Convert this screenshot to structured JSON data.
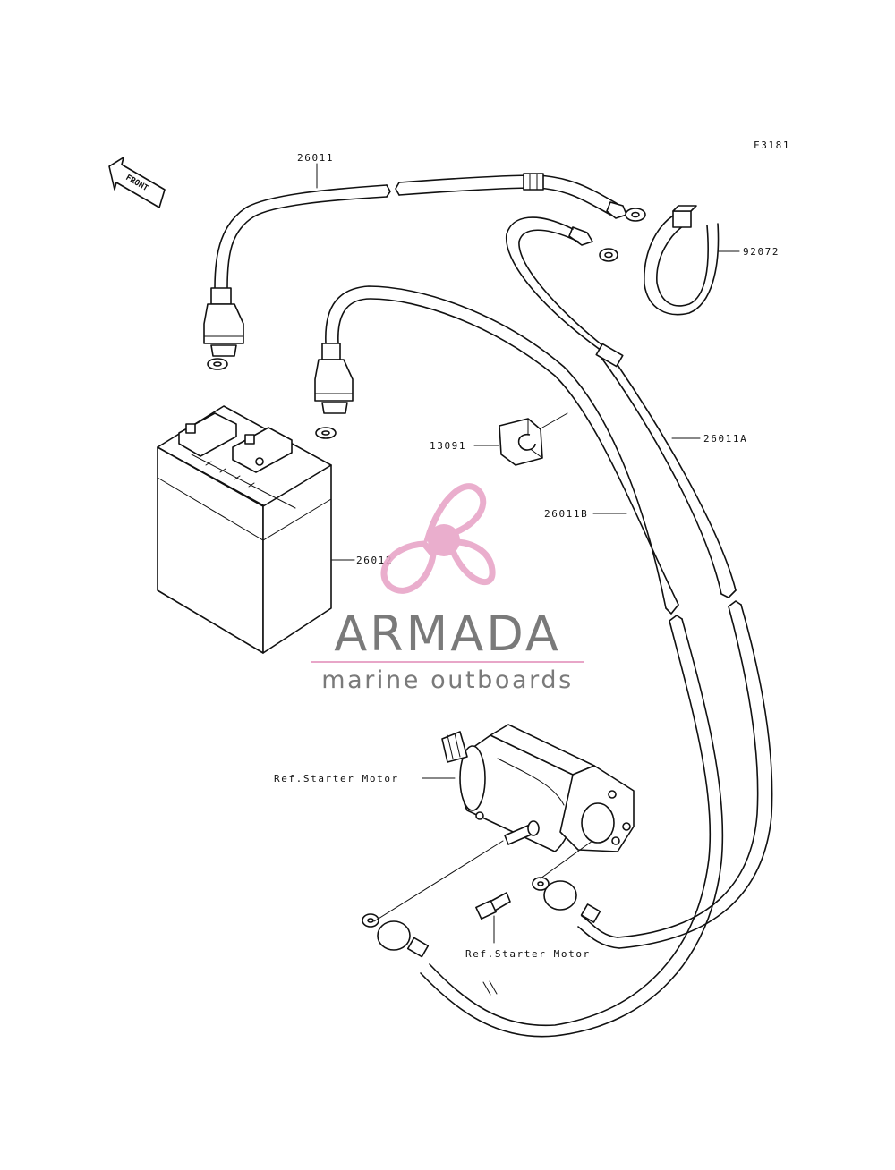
{
  "figure_code": "F3181",
  "front_arrow_label": "FRONT",
  "parts": {
    "cable_positive": "26011",
    "clamp": "92072",
    "cable_a": "26011A",
    "grommet": "13091",
    "cable_b": "26011B",
    "battery": "26012"
  },
  "references": {
    "starter_motor_top": "Ref.Starter Motor",
    "starter_motor_bottom": "Ref.Starter Motor"
  },
  "watermark": {
    "brand": "ARMADA",
    "tagline": "marine outboards",
    "accent_color": "#e8a6c8",
    "text_color": "#7a7a7a"
  }
}
